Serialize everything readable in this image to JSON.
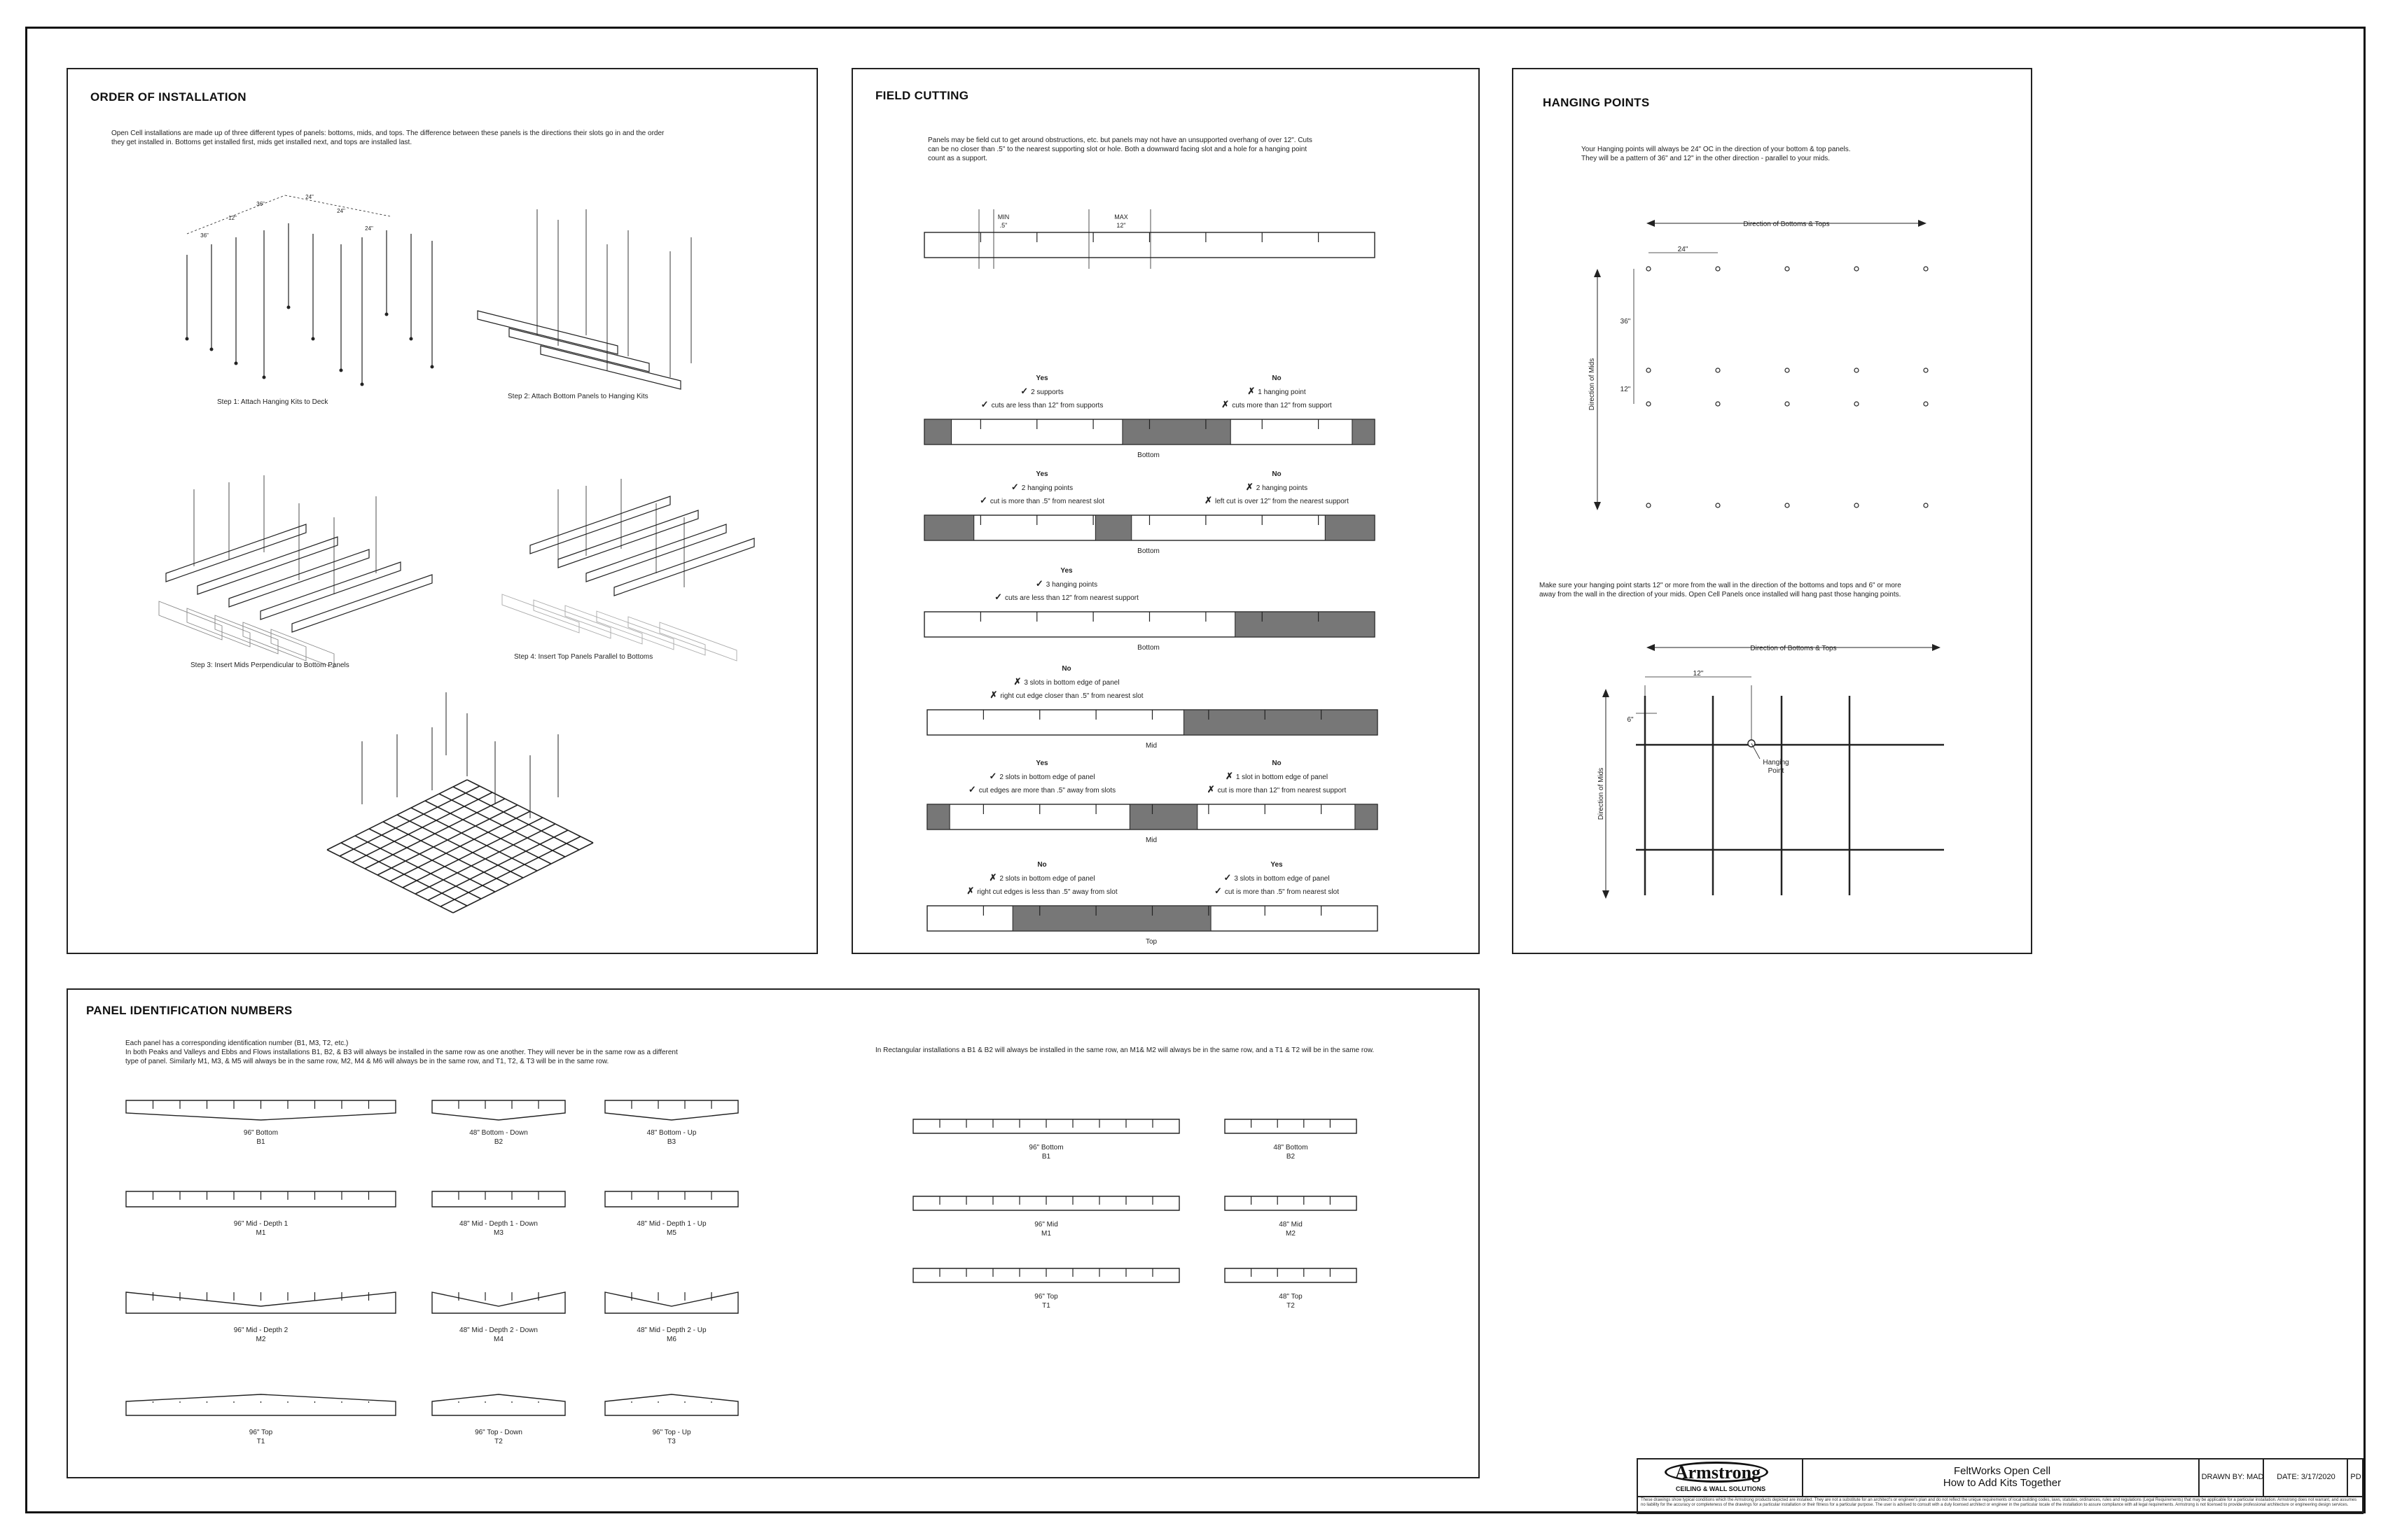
{
  "order": {
    "title": "ORDER OF INSTALLATION",
    "intro": "Open Cell installations are made up of three different types of panels: bottoms, mids, and tops. The difference between these panels is the directions their slots go in and the order\nthey get installed in. Bottoms get installed first, mids get installed next, and tops are installed last.",
    "steps": [
      "Step 1: Attach Hanging Kits to Deck",
      "Step 2: Attach Bottom Panels to Hanging Kits",
      "Step 3: Insert Mids Perpendicular to Bottom Panels",
      "Step 4: Insert Top Panels Parallel to Bottoms"
    ],
    "dims": [
      "36\"",
      "36\"",
      "24\"",
      "24\"",
      "24\"",
      "12\""
    ]
  },
  "field": {
    "title": "FIELD CUTTING",
    "intro": "Panels may be field cut to get around obstructions, etc. but panels may not have an unsupported overhang of over 12\". Cuts\ncan be no closer than .5\" to the nearest supporting slot or hole. Both a downward facing slot and a hole for a hanging point\ncount as a support.",
    "min_label": "MIN",
    "min_value": ".5\"",
    "max_label": "MAX",
    "max_value": "12\"",
    "yes": "Yes",
    "no": "No",
    "check": "✓",
    "cross": "✗",
    "rows": [
      {
        "left_head": "Yes",
        "left_lines": [
          "2 supports",
          "cuts are less than 12\" from supports"
        ],
        "right_head": "No",
        "right_lines": [
          "1 hanging point",
          "cuts more than 12\" from support"
        ],
        "label": "Bottom"
      },
      {
        "left_head": "Yes",
        "left_lines": [
          "2 hanging points",
          "cut is more than .5\" from nearest slot"
        ],
        "right_head": "No",
        "right_lines": [
          "2 hanging points",
          "left cut is over 12\" from the nearest support"
        ],
        "label": "Bottom"
      },
      {
        "left_head": "Yes",
        "left_lines": [
          "3 hanging points",
          "cuts are less than 12\" from nearest support"
        ],
        "label": "Bottom"
      },
      {
        "left_head": "No",
        "left_lines": [
          "3 slots in  bottom edge of panel",
          "right  cut edge closer than .5\" from nearest slot"
        ],
        "label": "Mid"
      },
      {
        "left_head": "Yes",
        "left_lines": [
          "2 slots in bottom edge of panel",
          "cut edges are more than .5\" away from slots"
        ],
        "right_head": "No",
        "right_lines": [
          "1 slot in bottom edge of panel",
          "cut is more than 12\" from nearest support"
        ],
        "label": "Mid"
      },
      {
        "left_head": "No",
        "left_lines": [
          "2 slots in bottom edge of panel",
          "right cut edges is less than .5\" away from slot"
        ],
        "right_head": "Yes",
        "right_lines": [
          "3 slots in bottom edge of panel",
          "cut is more than .5\" from nearest slot"
        ],
        "label": "Top"
      }
    ]
  },
  "hanging": {
    "title": "HANGING POINTS",
    "intro1": "Your Hanging points will always be 24\" OC in the direction of your bottom & top panels.\nThey will be a pattern of 36\" and 12\" in the other direction - parallel to your mids.",
    "dir_bt": "Direction of Bottoms & Tops",
    "dir_mids": "Direction of Mids",
    "d24": "24\"",
    "d36": "36\"",
    "d12": "12\"",
    "intro2": "Make sure your hanging point starts 12\" or more from the wall  in the direction of the bottoms and tops and 6\" or more\naway from the wall in the direction of your mids. Open Cell Panels once installed will hang past those hanging points.",
    "d12b": "12\"",
    "d6": "6\"",
    "hp_label": "Hanging\nPoint"
  },
  "ident": {
    "title": "PANEL IDENTIFICATION NUMBERS",
    "intro": "Each panel has a corresponding identification number (B1, M3, T2, etc.)\nIn both Peaks and Valleys and Ebbs and Flows installations B1, B2, & B3 will always be installed in the same row as one another. They will never be in the same row as a different\ntype of panel. Similarly M1, M3, & M5 will always be in the same row, M2, M4 & M6 will always be in the same row, and T1, T2, & T3 will be in the same row.",
    "rect_intro": "In Rectangular installations a B1 & B2 will always be installed in the same row, an M1& M2 will always be in the same row, and a T1 & T2 will be in the same row.",
    "panels": [
      {
        "name": "96\" Bottom",
        "id": "B1"
      },
      {
        "name": "48\" Bottom - Down",
        "id": "B2"
      },
      {
        "name": "48\" Bottom - Up",
        "id": "B3"
      },
      {
        "name": "96\" Mid - Depth 1",
        "id": "M1"
      },
      {
        "name": "48\" Mid - Depth 1 - Down",
        "id": "M3"
      },
      {
        "name": "48\" Mid - Depth 1 - Up",
        "id": "M5"
      },
      {
        "name": "96\" Mid - Depth 2",
        "id": "M2"
      },
      {
        "name": "48\" Mid - Depth 2 - Down",
        "id": "M4"
      },
      {
        "name": "48\" Mid - Depth 2 - Up",
        "id": "M6"
      },
      {
        "name": "96\" Top",
        "id": "T1"
      },
      {
        "name": "96\" Top - Down",
        "id": "T2"
      },
      {
        "name": "96\" Top - Up",
        "id": "T3"
      }
    ],
    "rect_panels": [
      {
        "name": "96\" Bottom",
        "id": "B1"
      },
      {
        "name": "48\" Bottom",
        "id": "B2"
      },
      {
        "name": "96\" Mid",
        "id": "M1"
      },
      {
        "name": "48\" Mid",
        "id": "M2"
      },
      {
        "name": "96\" Top",
        "id": "T1"
      },
      {
        "name": "48\" Top",
        "id": "T2"
      }
    ]
  },
  "titleblock": {
    "brand": "Armstrong",
    "tagline": "CEILING & WALL SOLUTIONS",
    "disclaimer": "These drawings show typical conditions which the Armstrong products depicted are installed. They are not a substitute for an architect's or engineer's plan and do not reflect the unique requirements of local building codes, laws, statutes, ordinances, rules and regulations (Legal Requirements) that may be applicable for a particular installation. Armstrong does not warrant, and assumes no liability for the accuracy or completeness of the drawings for a particular installation or their fitness for a particular purpose. The user is advised to consult with a duly licensed architect or engineer in the particular locale of the installation to assure compliance with all legal requirements. Armstrong is not licensed to provide professional architecture or engineering design services.",
    "project": "FeltWorks Open Cell",
    "subtitle": "How to Add Kits Together",
    "drawn_by": "DRAWN BY:  MAD",
    "date": "DATE: 3/17/2020",
    "sheet": "PD"
  }
}
